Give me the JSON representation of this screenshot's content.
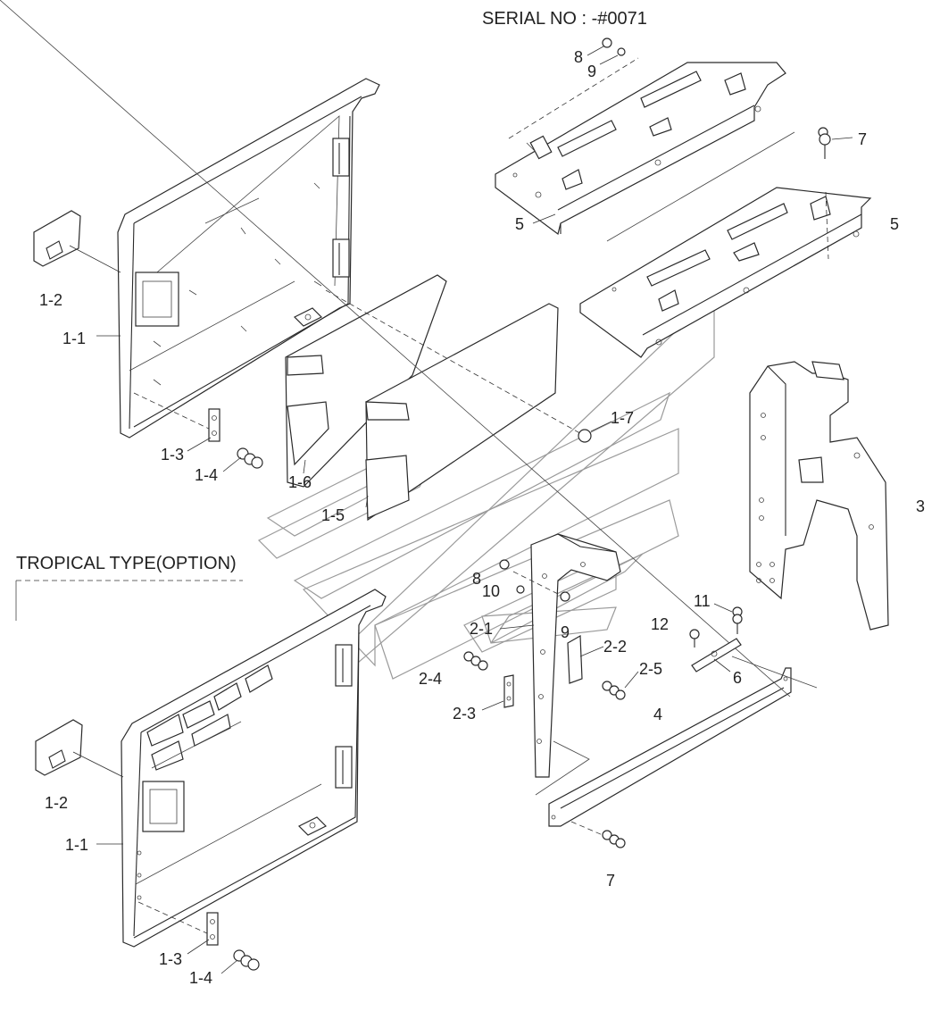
{
  "header": {
    "serial": "SERIAL NO : -#0071"
  },
  "section": {
    "tropical": "TROPICAL TYPE(OPTION)"
  },
  "labels": {
    "l_1_2_a": "1-2",
    "l_1_1_a": "1-1",
    "l_1_3_a": "1-3",
    "l_1_4_a": "1-4",
    "l_1_6": "1-6",
    "l_1_5": "1-5",
    "l_1_7": "1-7",
    "l_8_a": "8",
    "l_9_a": "9",
    "l_7_a": "7",
    "l_5_a": "5",
    "l_5_b": "5",
    "l_3": "3",
    "l_8_b": "8",
    "l_10": "10",
    "l_2_1": "2-1",
    "l_9_b": "9",
    "l_2_2": "2-2",
    "l_2_4": "2-4",
    "l_2_5": "2-5",
    "l_2_3": "2-3",
    "l_4": "4",
    "l_11": "11",
    "l_12": "12",
    "l_6": "6",
    "l_7_b": "7",
    "l_1_2_b": "1-2",
    "l_1_1_b": "1-1",
    "l_1_3_b": "1-3",
    "l_1_4_b": "1-4"
  },
  "colors": {
    "line": "#2a2a2a",
    "watermark": "#9a9a9a",
    "background": "#ffffff"
  }
}
